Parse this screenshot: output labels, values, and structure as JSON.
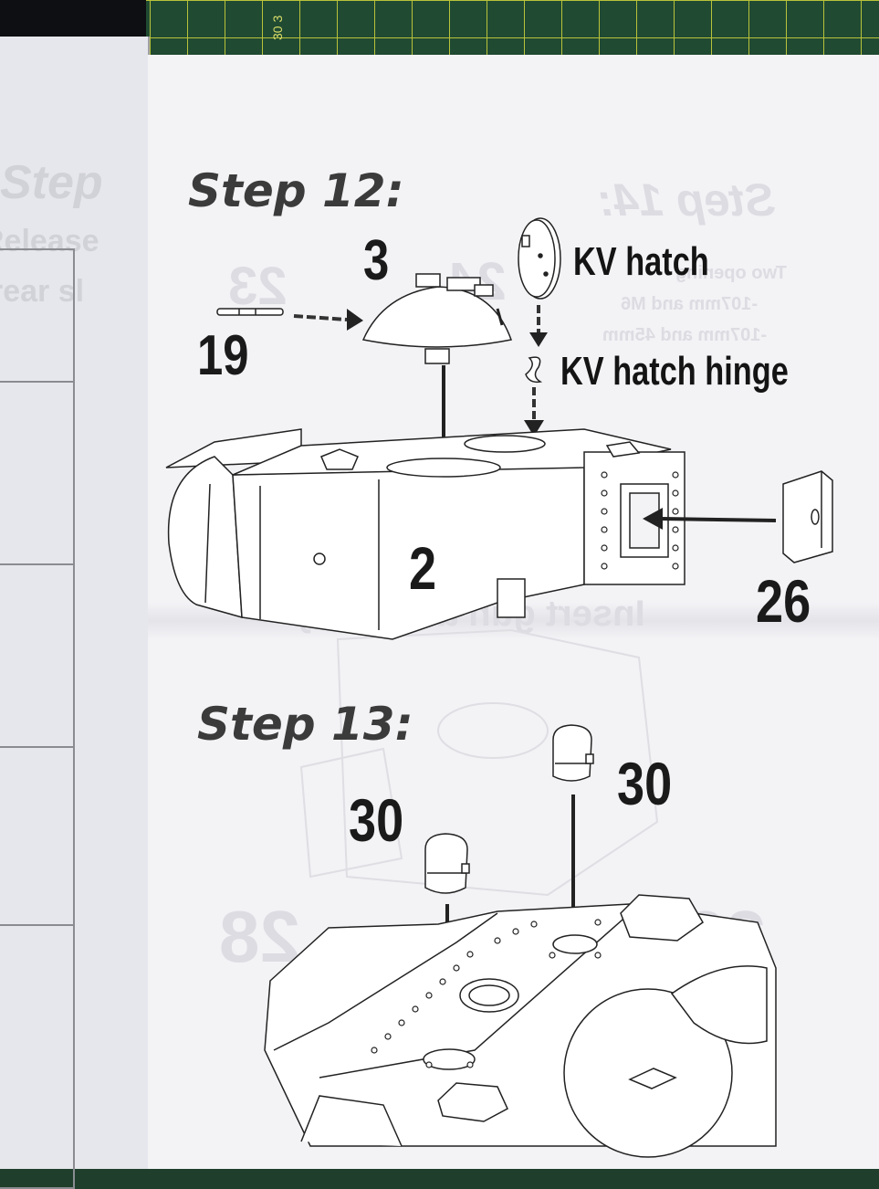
{
  "mat": {
    "ruler_label": "30 3"
  },
  "left_page": {
    "ghost_step": "Step",
    "ghost_text_1": "Release",
    "ghost_text_2": "rear sl"
  },
  "ghost_mirror": {
    "step14": "Step 14:",
    "num23": "23",
    "num24": "24",
    "line1": "Two opening",
    "line2": "-107mm and M6",
    "line3": "-107mm and 45mm",
    "num28": "28",
    "num29": "29",
    "assemble": "Insert gun assembly"
  },
  "step12": {
    "title": "Step 12:",
    "parts": {
      "turret_top": "3",
      "gun_barrel": "19",
      "hull": "2",
      "rear_plate": "26"
    },
    "labels": {
      "kv_hatch": "KV hatch",
      "kv_hatch_hinge": "KV hatch hinge"
    }
  },
  "step13": {
    "title": "Step 13:",
    "parts": {
      "left_periscope": "30",
      "right_periscope": "30"
    }
  },
  "colors": {
    "ink": "#1a1a1a",
    "title_ink": "#3b3b3b",
    "paper": "#f3f3f6",
    "mat_green": "#204a32",
    "mat_grid": "#b9c23a"
  }
}
